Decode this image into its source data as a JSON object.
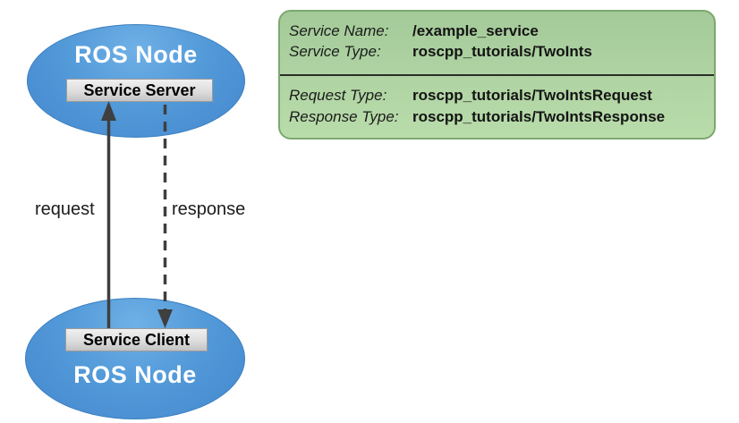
{
  "diagram": {
    "top_node": {
      "label": "ROS Node",
      "box_label": "Service Server"
    },
    "bottom_node": {
      "label": "ROS Node",
      "box_label": "Service Client"
    },
    "request_label": "request",
    "response_label": "response"
  },
  "info_box": {
    "rows_top": [
      {
        "label": "Service Name:",
        "value": "/example_service"
      },
      {
        "label": "Service Type:",
        "value": "roscpp_tutorials/TwoInts"
      }
    ],
    "rows_bottom": [
      {
        "label": "Request Type:",
        "value": "roscpp_tutorials/TwoIntsRequest"
      },
      {
        "label": "Response Type:",
        "value": "roscpp_tutorials/TwoIntsResponse"
      }
    ]
  },
  "colors": {
    "node_fill_top": "#6fb0e6",
    "node_fill_bottom": "#4387cd",
    "info_box_top": "#a4ca99",
    "info_box_bottom": "#b9dcab",
    "info_box_border": "#7ea86e",
    "arrow_color": "#3f3f3f"
  }
}
